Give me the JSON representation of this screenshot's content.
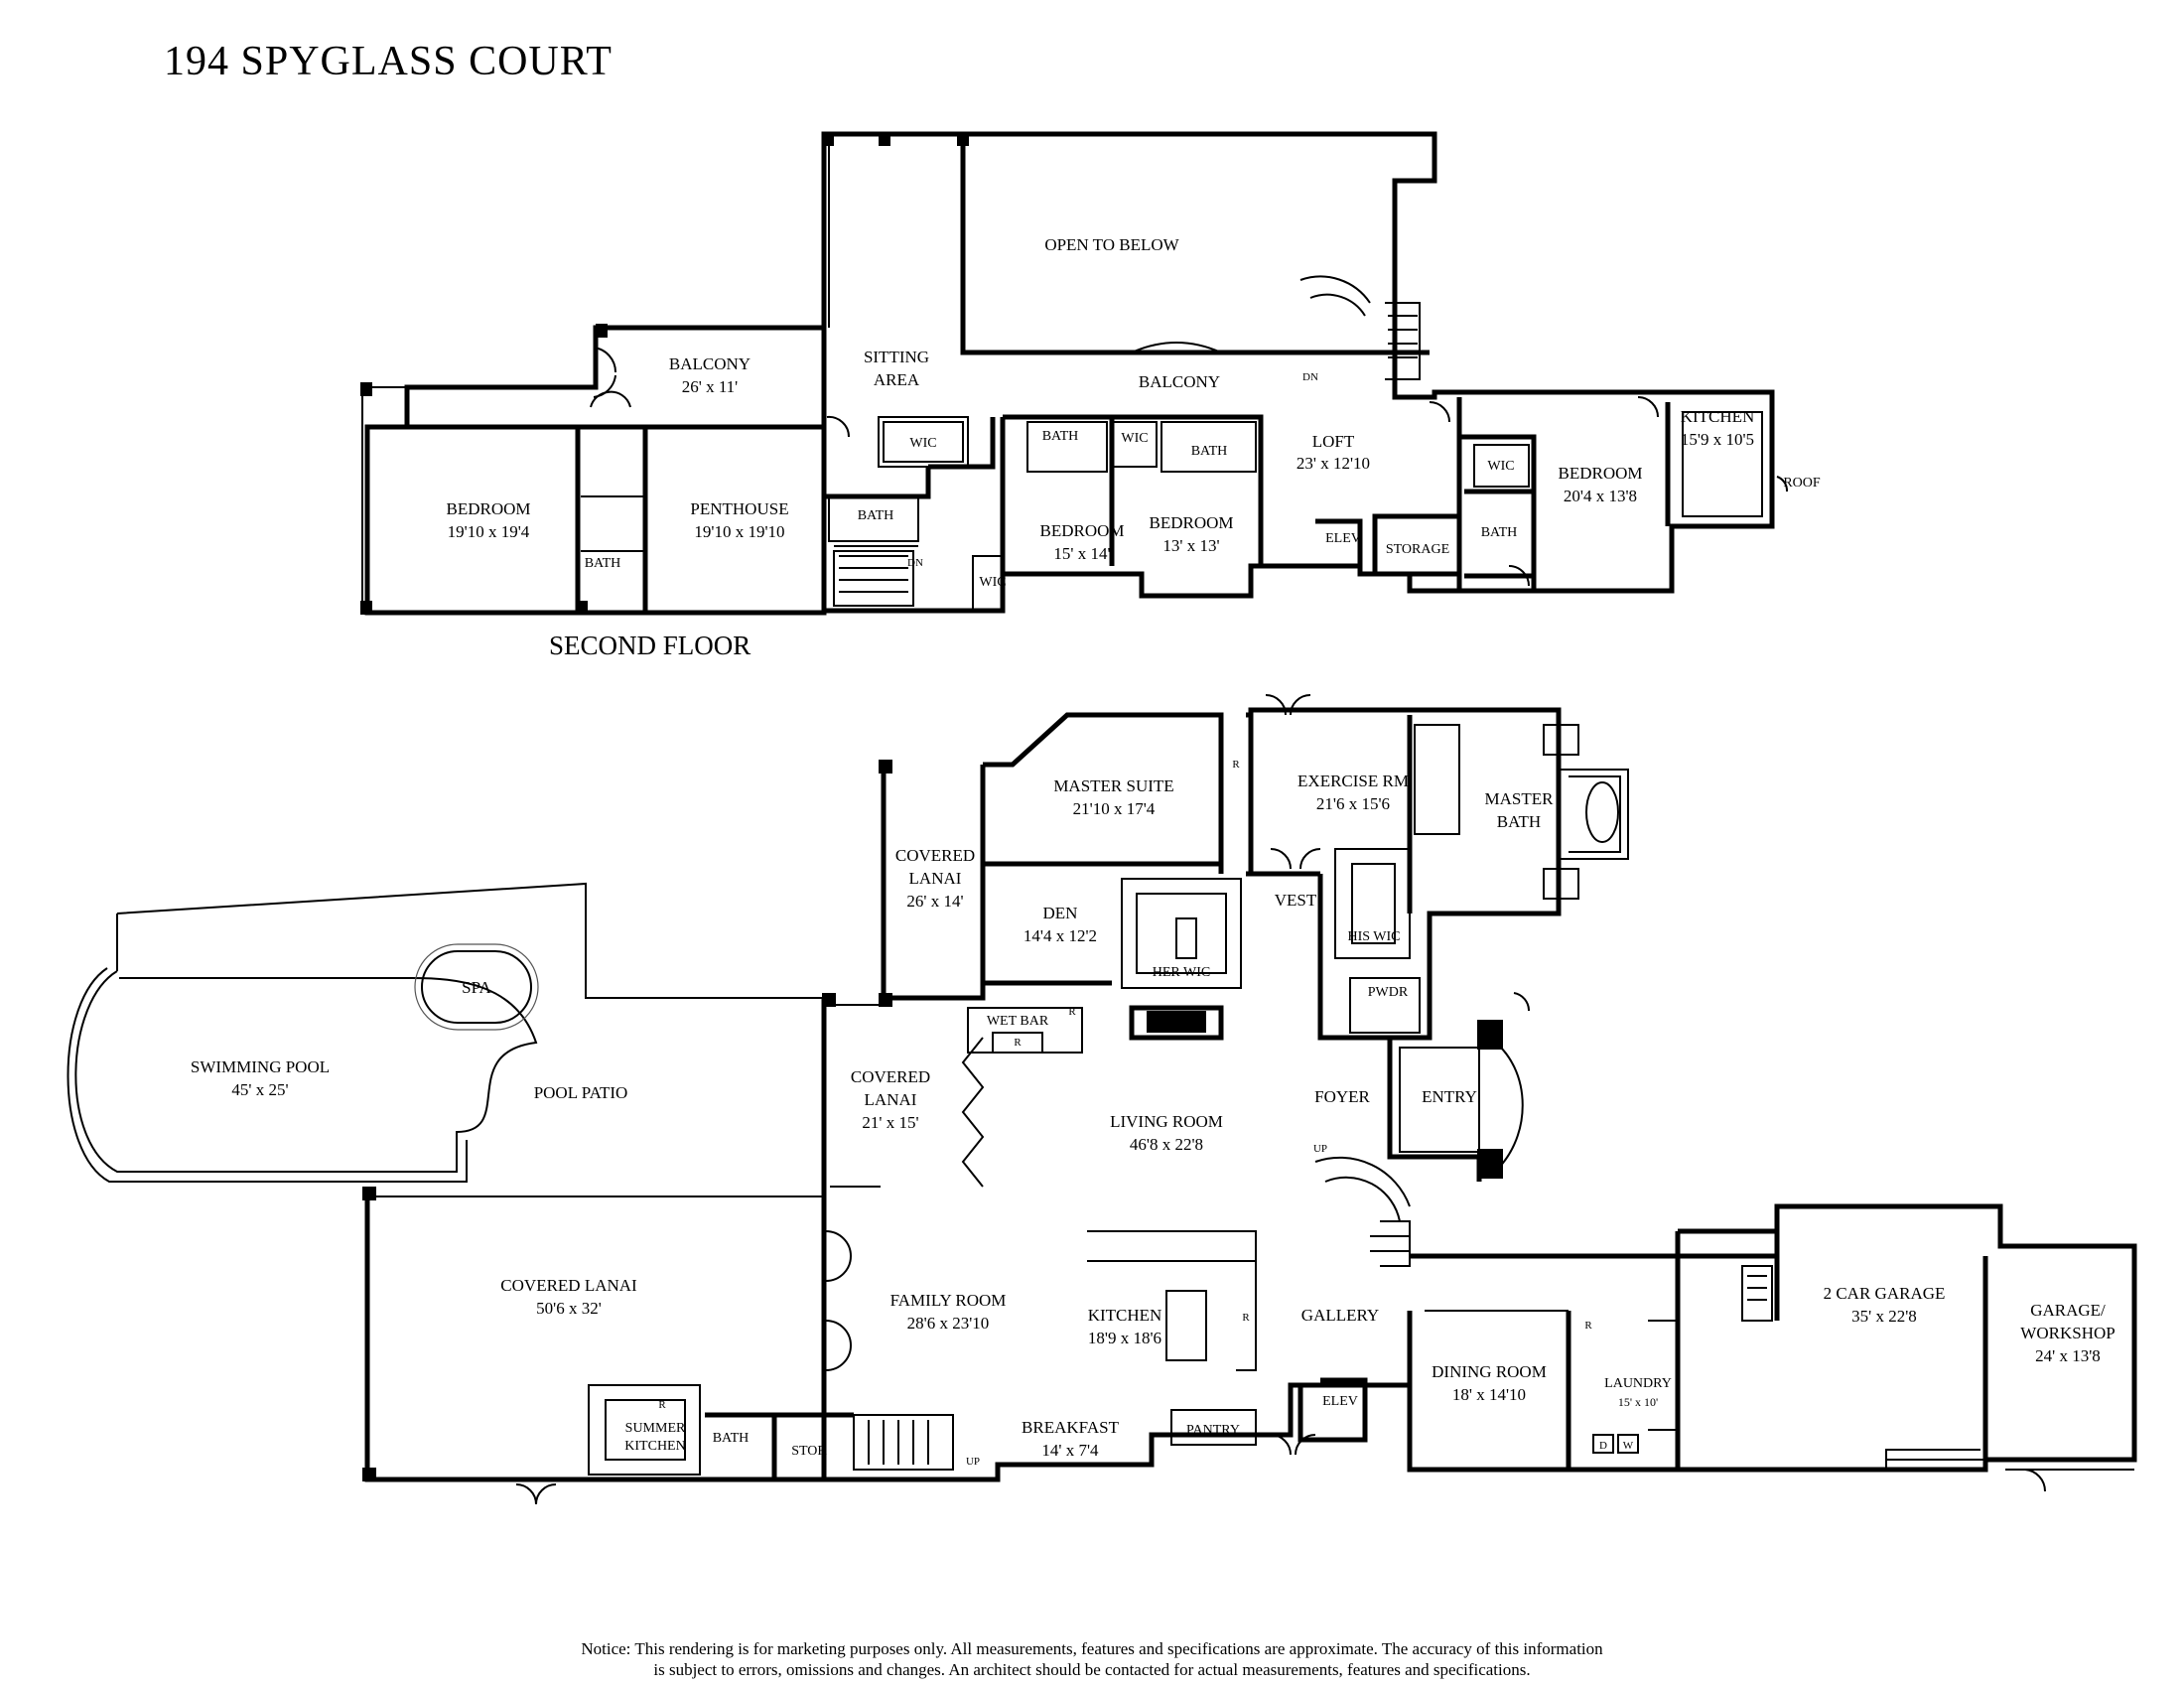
{
  "title": "194 SPYGLASS COURT",
  "second_floor": {
    "label": "SECOND FLOOR",
    "rooms": [
      {
        "name": "OPEN TO BELOW",
        "dims": ""
      },
      {
        "name": "BALCONY",
        "dims": "26' x 11'"
      },
      {
        "name": "SITTING",
        "dims": "AREA"
      },
      {
        "name": "BALCONY",
        "dims": ""
      },
      {
        "name": "LOFT",
        "dims": "23' x 12'10"
      },
      {
        "name": "KITCHEN",
        "dims": "15'9 x 10'5"
      },
      {
        "name": "BEDROOM",
        "dims": "20'4 x 13'8"
      },
      {
        "name": "BEDROOM",
        "dims": "19'10 x 19'4"
      },
      {
        "name": "PENTHOUSE",
        "dims": "19'10 x 19'10"
      },
      {
        "name": "BEDROOM",
        "dims": "15' x 14'"
      },
      {
        "name": "BEDROOM",
        "dims": "13' x 13'"
      }
    ],
    "small_labels": [
      "WIC",
      "WIC",
      "WIC",
      "WIC",
      "BATH",
      "BATH",
      "BATH",
      "BATH",
      "BATH",
      "DN",
      "DN",
      "ELEV",
      "STORAGE",
      "ROOF"
    ]
  },
  "first_floor": {
    "rooms": [
      {
        "name": "MASTER SUITE",
        "dims": "21'10 x 17'4"
      },
      {
        "name": "EXERCISE RM",
        "dims": "21'6 x 15'6"
      },
      {
        "name": "MASTER",
        "dims": "BATH"
      },
      {
        "name": "COVERED",
        "dims": "LANAI"
      },
      {
        "name": "26' x 14'",
        "dims": ""
      },
      {
        "name": "DEN",
        "dims": "14'4 x 12'2"
      },
      {
        "name": "VEST",
        "dims": ""
      },
      {
        "name": "SPA",
        "dims": ""
      },
      {
        "name": "SWIMMING POOL",
        "dims": "45' x 25'"
      },
      {
        "name": "POOL PATIO",
        "dims": ""
      },
      {
        "name": "COVERED",
        "dims": "LANAI"
      },
      {
        "name": "21' x 15'",
        "dims": ""
      },
      {
        "name": "LIVING ROOM",
        "dims": "46'8 x 22'8"
      },
      {
        "name": "FOYER",
        "dims": ""
      },
      {
        "name": "ENTRY",
        "dims": ""
      },
      {
        "name": "COVERED LANAI",
        "dims": "50'6 x 32'"
      },
      {
        "name": "FAMILY ROOM",
        "dims": "28'6 x 23'10"
      },
      {
        "name": "KITCHEN",
        "dims": "18'9 x 18'6"
      },
      {
        "name": "GALLERY",
        "dims": ""
      },
      {
        "name": "DINING ROOM",
        "dims": "18' x 14'10"
      },
      {
        "name": "LAUNDRY",
        "dims": "15' x 10'"
      },
      {
        "name": "2 CAR GARAGE",
        "dims": "35' x 22'8"
      },
      {
        "name": "GARAGE/",
        "dims": "WORKSHOP"
      },
      {
        "name": "24' x 13'8",
        "dims": ""
      },
      {
        "name": "BREAKFAST",
        "dims": "14' x 7'4"
      },
      {
        "name": "SUMMER",
        "dims": "KITCHEN"
      }
    ],
    "small_labels": [
      "HIS WIC",
      "HER WIC",
      "PWDR",
      "WET BAR",
      "BATH",
      "STOR",
      "PANTRY",
      "ELEV",
      "UP",
      "UP",
      "R",
      "R",
      "R",
      "R",
      "R",
      "R",
      "D",
      "W"
    ]
  },
  "notice": {
    "line1": "Notice: This rendering is for marketing purposes only. All measurements, features and specifications are approximate. The accuracy of this information",
    "line2": "is subject to errors, omissions and changes. An architect should be contacted for actual measurements, features and specifications."
  }
}
